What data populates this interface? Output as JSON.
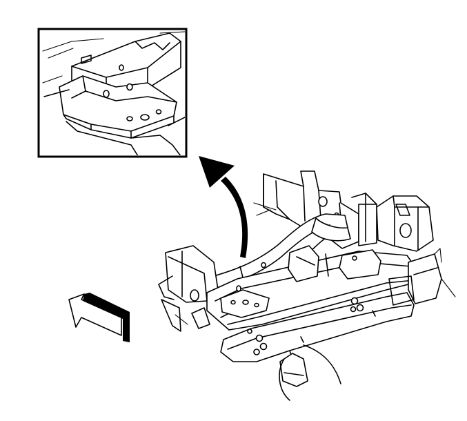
{
  "figure": {
    "detail_view": "inset-detail-frame",
    "callout": "leader-arrow",
    "direction": "front-direction-arrow",
    "subject": "front-frame-crossmember"
  }
}
